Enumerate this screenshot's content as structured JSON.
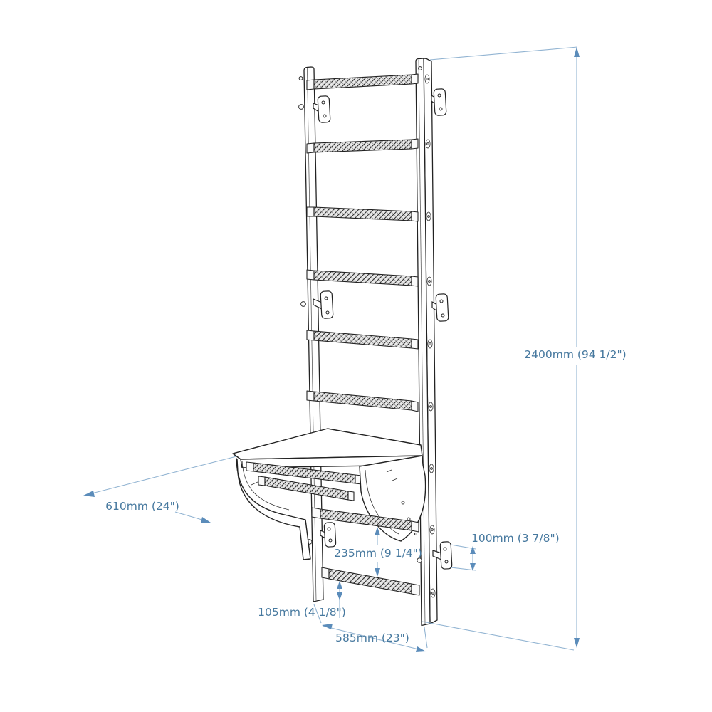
{
  "page": {
    "background_color": "#ffffff"
  },
  "diagram": {
    "subject": "wall-mounted gymnastic wall bars with fold-out desk, dimension drawing",
    "colors": {
      "drawing_line": "#222222",
      "dimension_line": "#92b4d2",
      "dimension_arrow": "#5b8cba",
      "dimension_text": "#47799f"
    },
    "structure": {
      "vertical_rails": 2,
      "rungs_above_desk": 6,
      "rungs_below_desk": 2,
      "desk_front_bars": 2,
      "wall_brackets": 6
    },
    "dimensions": {
      "total_height": {
        "label": "2400mm (94 1/2\")"
      },
      "depth": {
        "label": "610mm (24\")"
      },
      "bracket_height": {
        "label": "100mm (3 7/8\")"
      },
      "lower_rung_gap": {
        "label": "235mm (9 1/4\")"
      },
      "bottom_rung_gap": {
        "label": "105mm (4 1/8\")"
      },
      "width": {
        "label": "585mm (23\")"
      }
    }
  }
}
